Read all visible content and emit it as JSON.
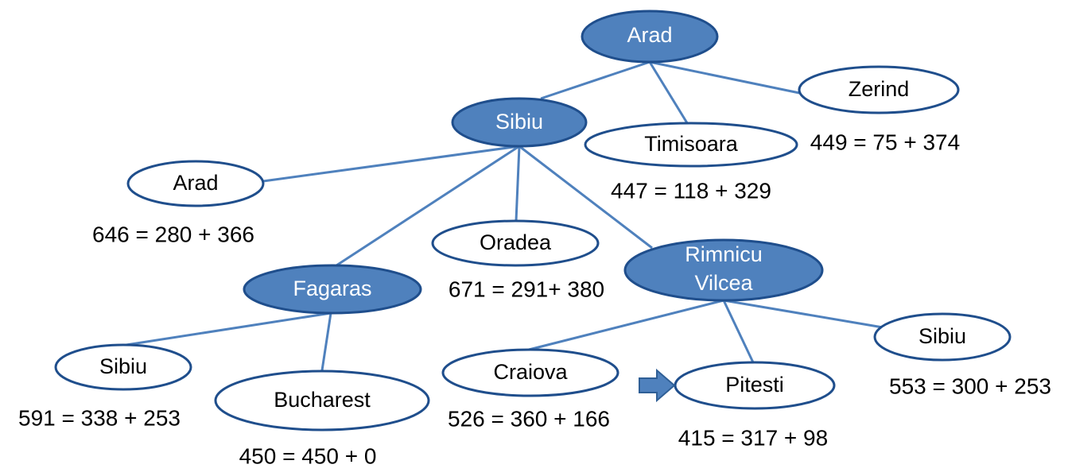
{
  "nodes": {
    "arad_root": {
      "label": "Arad"
    },
    "sibiu": {
      "label": "Sibiu"
    },
    "timisoara": {
      "label": "Timisoara",
      "cost": "447 = 118 + 329"
    },
    "zerind": {
      "label": "Zerind",
      "cost": "449 = 75 + 374"
    },
    "arad_2": {
      "label": "Arad",
      "cost": "646 = 280 + 366"
    },
    "fagaras": {
      "label": "Fagaras"
    },
    "oradea": {
      "label": "Oradea",
      "cost": "671 = 291+ 380"
    },
    "rimnicu": {
      "label_line1": "Rimnicu",
      "label_line2": "Vilcea"
    },
    "sibiu_f": {
      "label": "Sibiu",
      "cost": "591 = 338 + 253"
    },
    "bucharest": {
      "label": "Bucharest",
      "cost": "450 = 450 + 0"
    },
    "craiova": {
      "label": "Craiova",
      "cost": "526 = 360 + 166"
    },
    "pitesti": {
      "label": "Pitesti",
      "cost": "415 = 317 + 98"
    },
    "sibiu_r": {
      "label": "Sibiu",
      "cost": "553 = 300 + 253"
    }
  },
  "colors": {
    "expanded_fill": "#4f81bd",
    "outline": "#1f4e8c",
    "edge": "#4f81bd"
  },
  "marker": {
    "icon": "right-arrow-icon",
    "points_to": "pitesti"
  }
}
